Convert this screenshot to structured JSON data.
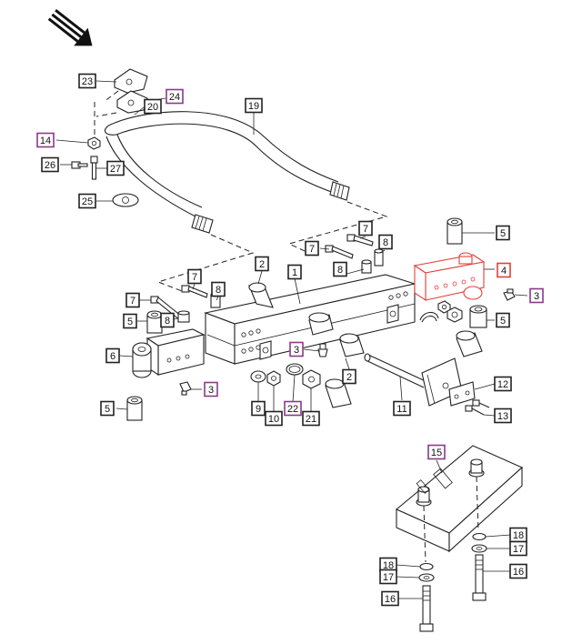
{
  "colors": {
    "line": "#222222",
    "label_border": "#222222",
    "label_border_purple": "#8a3a86",
    "label_border_red": "#e0403a",
    "highlight": "#e0403a"
  },
  "icons": {
    "direction_arrow": "direction-arrow-icon"
  },
  "callouts": [
    {
      "id": "c23",
      "text": "23",
      "style": "normal"
    },
    {
      "id": "c24",
      "text": "24",
      "style": "purple"
    },
    {
      "id": "c20",
      "text": "20",
      "style": "normal"
    },
    {
      "id": "c19",
      "text": "19",
      "style": "normal"
    },
    {
      "id": "c14",
      "text": "14",
      "style": "purple"
    },
    {
      "id": "c26",
      "text": "26",
      "style": "normal"
    },
    {
      "id": "c27",
      "text": "27",
      "style": "normal"
    },
    {
      "id": "c25",
      "text": "25",
      "style": "normal"
    },
    {
      "id": "c7a",
      "text": "7",
      "style": "normal"
    },
    {
      "id": "c8a",
      "text": "8",
      "style": "normal"
    },
    {
      "id": "c5a",
      "text": "5",
      "style": "normal"
    },
    {
      "id": "c7b",
      "text": "7",
      "style": "normal"
    },
    {
      "id": "c8b",
      "text": "8",
      "style": "normal"
    },
    {
      "id": "c4",
      "text": "4",
      "style": "red"
    },
    {
      "id": "c3a",
      "text": "3",
      "style": "purple"
    },
    {
      "id": "c2a",
      "text": "2",
      "style": "normal"
    },
    {
      "id": "c1",
      "text": "1",
      "style": "normal"
    },
    {
      "id": "c7c",
      "text": "7",
      "style": "normal"
    },
    {
      "id": "c8c",
      "text": "8",
      "style": "normal"
    },
    {
      "id": "c7d",
      "text": "7",
      "style": "normal"
    },
    {
      "id": "c5b",
      "text": "5",
      "style": "normal"
    },
    {
      "id": "c8d",
      "text": "8",
      "style": "normal"
    },
    {
      "id": "c5c",
      "text": "5",
      "style": "normal"
    },
    {
      "id": "c6",
      "text": "6",
      "style": "normal"
    },
    {
      "id": "c3b",
      "text": "3",
      "style": "purple"
    },
    {
      "id": "c3c",
      "text": "3",
      "style": "purple"
    },
    {
      "id": "c2b",
      "text": "2",
      "style": "normal"
    },
    {
      "id": "c12",
      "text": "12",
      "style": "normal"
    },
    {
      "id": "c13",
      "text": "13",
      "style": "normal"
    },
    {
      "id": "c11",
      "text": "11",
      "style": "normal"
    },
    {
      "id": "c9",
      "text": "9",
      "style": "normal"
    },
    {
      "id": "c10",
      "text": "10",
      "style": "normal"
    },
    {
      "id": "c22",
      "text": "22",
      "style": "purple"
    },
    {
      "id": "c21",
      "text": "21",
      "style": "normal"
    },
    {
      "id": "c5d",
      "text": "5",
      "style": "normal"
    },
    {
      "id": "c15",
      "text": "15",
      "style": "purple"
    },
    {
      "id": "c18a",
      "text": "18",
      "style": "normal"
    },
    {
      "id": "c17a",
      "text": "17",
      "style": "normal"
    },
    {
      "id": "c18b",
      "text": "18",
      "style": "normal"
    },
    {
      "id": "c17b",
      "text": "17",
      "style": "normal"
    },
    {
      "id": "c16a",
      "text": "16",
      "style": "normal"
    },
    {
      "id": "c16b",
      "text": "16",
      "style": "normal"
    }
  ]
}
